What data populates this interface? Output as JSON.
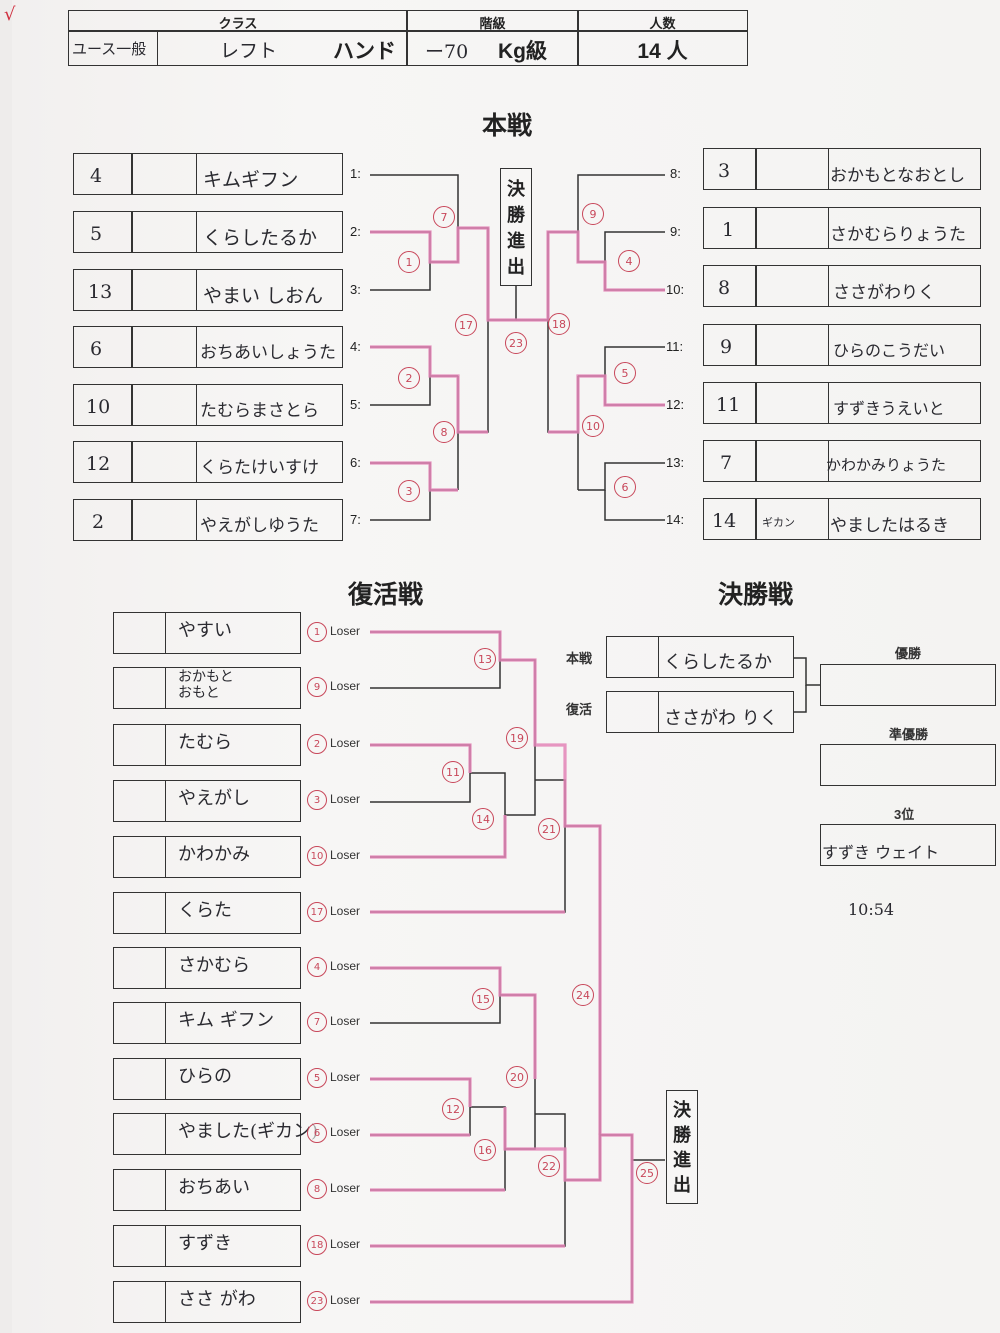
{
  "check_mark": "√",
  "header": {
    "class_label": "クラス",
    "rank_label": "階級",
    "count_label": "人数",
    "class_hw1": "ユース一般",
    "class_hw2": "レフト",
    "class_print": "ハンド",
    "rank_hw": "ー70",
    "rank_print": "Kg級",
    "count_value": "14 人"
  },
  "main": {
    "title": "本戦",
    "left": [
      {
        "num": "4",
        "name": "キムギフン",
        "slot": "1:"
      },
      {
        "num": "5",
        "name": "くらしたるか",
        "slot": "2:"
      },
      {
        "num": "13",
        "name": "やまい しおん",
        "slot": "3:"
      },
      {
        "num": "6",
        "name": "おちあいしょうた",
        "slot": "4:"
      },
      {
        "num": "10",
        "name": "たむらまさとら",
        "slot": "5:"
      },
      {
        "num": "12",
        "name": "くらたけいすけ",
        "slot": "6:"
      },
      {
        "num": "2",
        "name": "やえがしゆうた",
        "slot": "7:"
      }
    ],
    "right": [
      {
        "num": "3",
        "name": "おかもとなおとし",
        "slot": "8:",
        "note": ""
      },
      {
        "num": "1",
        "name": "さかむらりょうた",
        "slot": "9:",
        "note": ""
      },
      {
        "num": "8",
        "name": "ささがわりく",
        "slot": "10:",
        "note": ""
      },
      {
        "num": "9",
        "name": "ひらのこうだい",
        "slot": "11:",
        "note": ""
      },
      {
        "num": "11",
        "name": "すずきうえいと",
        "slot": "12:",
        "note": ""
      },
      {
        "num": "7",
        "name": "かわかみりょうた",
        "slot": "13:",
        "note": ""
      },
      {
        "num": "14",
        "name": "やましたはるき",
        "slot": "14:",
        "note": "ギカン"
      }
    ],
    "center_label": "決勝進出",
    "matches": {
      "m1": "1",
      "m2": "2",
      "m3": "3",
      "m4": "4",
      "m5": "5",
      "m6": "6",
      "m7": "7",
      "m8": "8",
      "m9": "9",
      "m10": "10",
      "m17": "17",
      "m18": "18",
      "m23": "23"
    }
  },
  "repechage": {
    "title": "復活戦",
    "loser_label": "Loser",
    "entries": [
      {
        "name": "やすい",
        "from": "1"
      },
      {
        "name": "おかもと\nおもと",
        "from": "9"
      },
      {
        "name": "たむら",
        "from": "2"
      },
      {
        "name": "やえがし",
        "from": "3"
      },
      {
        "name": "かわかみ",
        "from": "10"
      },
      {
        "name": "くらた",
        "from": "17"
      },
      {
        "name": "さかむら",
        "from": "4"
      },
      {
        "name": "キム ギフン",
        "from": "7"
      },
      {
        "name": "ひらの",
        "from": "5"
      },
      {
        "name": "やました(ギカン)",
        "from": "6"
      },
      {
        "name": "おちあい",
        "from": "8"
      },
      {
        "name": "すずき",
        "from": "18"
      },
      {
        "name": "ささ がわ",
        "from": "23"
      }
    ],
    "matches": {
      "m11": "11",
      "m12": "12",
      "m13": "13",
      "m14": "14",
      "m15": "15",
      "m16": "16",
      "m19": "19",
      "m20": "20",
      "m21": "21",
      "m22": "22",
      "m24": "24",
      "m25": "25"
    },
    "advance_label": "決勝進出"
  },
  "final": {
    "title": "決勝戦",
    "main_label": "本戦",
    "main_name": "くらしたるか",
    "rep_label": "復活",
    "rep_name": "ささがわ りく",
    "winner_label": "優勝",
    "winner_value": "",
    "runnerup_label": "準優勝",
    "runnerup_value": "",
    "third_label": "3位",
    "third_value": "すずき ウェイト",
    "time_value": "10:54"
  }
}
